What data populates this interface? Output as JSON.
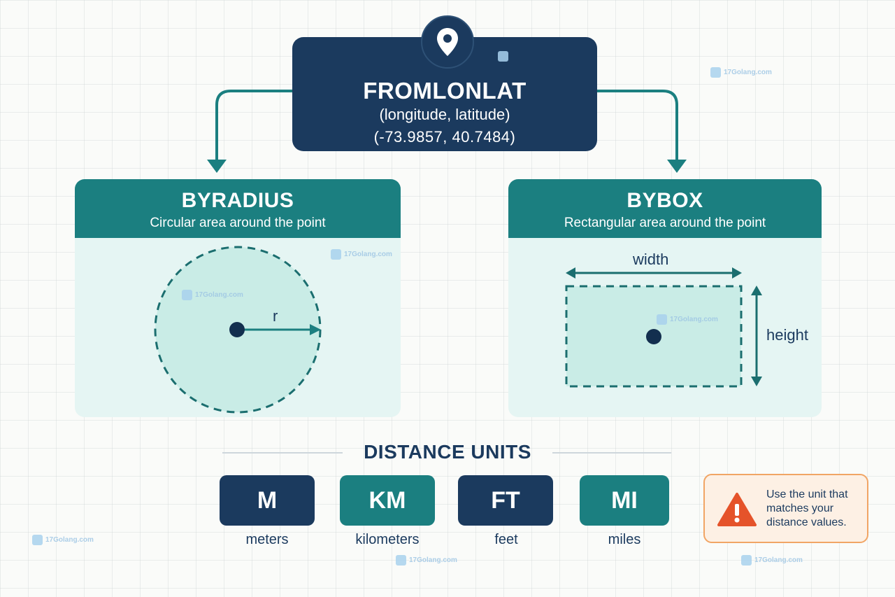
{
  "top_node": {
    "title": "FROMLONLAT",
    "subtitle": "(longitude, latitude)",
    "coords": "(-73.9857, 40.7484)",
    "icon": "map-pin-icon"
  },
  "panels": [
    {
      "title": "BYRADIUS",
      "subtitle": "Circular area around the point",
      "radius_label": "r"
    },
    {
      "title": "BYBOX",
      "subtitle": "Rectangular area around the point",
      "width_label": "width",
      "height_label": "height"
    }
  ],
  "units": {
    "title": "DISTANCE UNITS",
    "items": [
      {
        "code": "M",
        "label": "meters",
        "color": "#1b3a5e"
      },
      {
        "code": "KM",
        "label": "kilometers",
        "color": "#1b7f80"
      },
      {
        "code": "FT",
        "label": "feet",
        "color": "#1b3a5e"
      },
      {
        "code": "MI",
        "label": "miles",
        "color": "#1b7f80"
      }
    ]
  },
  "warning": {
    "text": "Use the unit that matches your distance values.",
    "icon": "warning-icon"
  },
  "watermark": "17Golang.com",
  "colors": {
    "navy": "#1b3a5e",
    "teal": "#1b7f80",
    "panel_bg": "#e5f5f3",
    "warning_orange": "#e5532a"
  }
}
